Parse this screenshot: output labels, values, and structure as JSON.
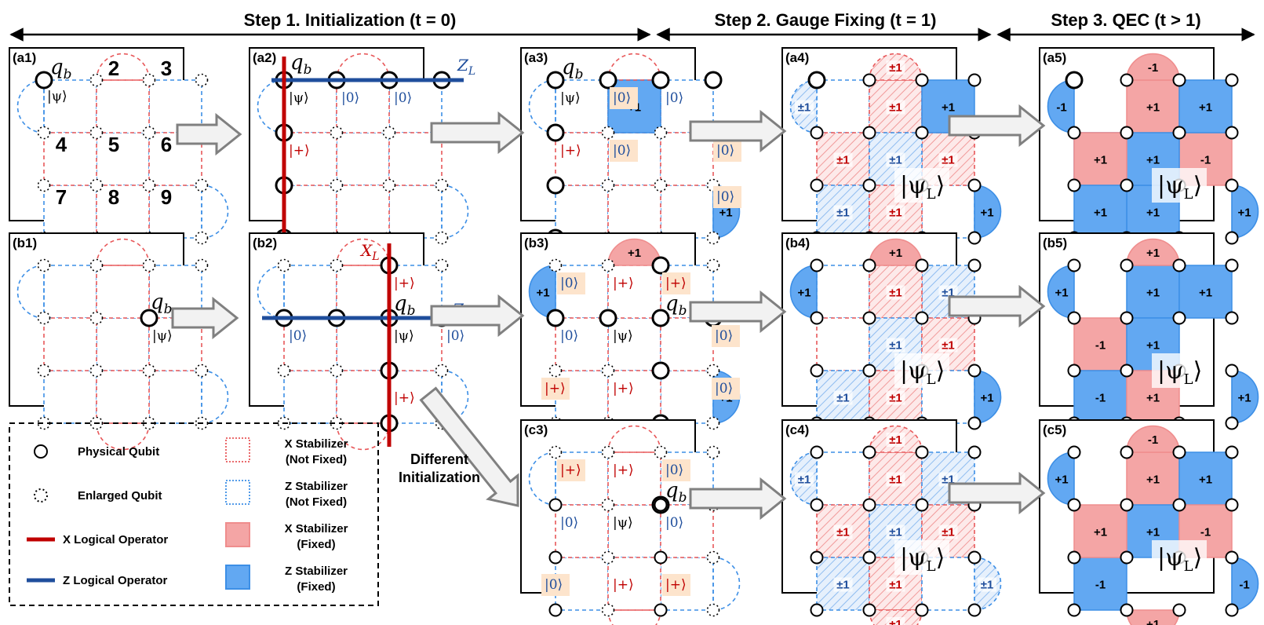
{
  "header": {
    "step1": "Step 1. Initialization (t = 0)",
    "step2": "Step 2. Gauge Fixing (t = 1)",
    "step3": "Step 3. QEC (t > 1)"
  },
  "panels": {
    "a1": "(a1)",
    "a2": "(a2)",
    "a3": "(a3)",
    "a4": "(a4)",
    "a5": "(a5)",
    "b1": "(b1)",
    "b2": "(b2)",
    "b3": "(b3)",
    "b4": "(b4)",
    "b5": "(b5)",
    "c3": "(c3)",
    "c4": "(c4)",
    "c5": "(c5)"
  },
  "symbols": {
    "qb": "q",
    "qb_sub": "b",
    "psi": "|ψ⟩",
    "zero": "|0⟩",
    "plus": "|+⟩",
    "psiL": "|ψ",
    "psiL_sub": "L",
    "psiL_end": "⟩",
    "XL": "X",
    "ZL": "Z",
    "L": "L"
  },
  "qubit_numbers": [
    "2",
    "3",
    "4",
    "5",
    "6",
    "7",
    "8",
    "9"
  ],
  "values": {
    "p1": "+1",
    "m1": "-1",
    "pm1": "±1"
  },
  "annotation": {
    "line1": "Different",
    "line2": "Initialization"
  },
  "legend": {
    "physical_qubit": "Physical Qubit",
    "enlarged_qubit": "Enlarged Qubit",
    "x_logical": "X Logical Operator",
    "z_logical": "Z Logical Operator",
    "x_stab_nf_1": "X Stabilizer",
    "x_stab_nf_2": "(Not Fixed)",
    "z_stab_nf_1": "Z Stabilizer",
    "z_stab_nf_2": "(Not Fixed)",
    "x_stab_f_1": "X Stabilizer",
    "x_stab_f_2": "(Fixed)",
    "z_stab_f_1": "Z Stabilizer",
    "z_stab_f_2": "(Fixed)"
  },
  "colors": {
    "x_red": "#e8585a",
    "x_fill": "#f4a5a5",
    "z_blue": "#3d8fe6",
    "z_fill": "#62a8f2",
    "logical_red": "#c00000",
    "logical_blue": "#1f4e9c",
    "init_bg": "#fde4cc",
    "arrow_fill": "#f2f2f2",
    "arrow_stroke": "#808080"
  }
}
